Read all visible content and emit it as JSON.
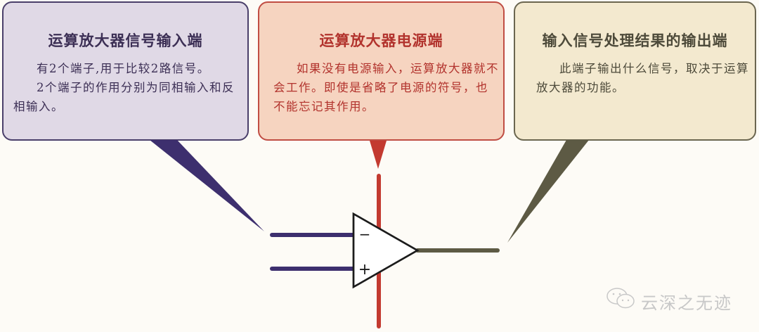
{
  "callouts": {
    "input": {
      "title": "运算放大器信号输入端",
      "paragraphs": [
        "有2个端子,用于比较2路信号。",
        "2个端子的作用分别为同相输入和反相输入。"
      ],
      "color": "#3c2f55",
      "background": "#e0d9e6"
    },
    "power": {
      "title": "运算放大器电源端",
      "paragraphs": [
        "如果没有电源输入，运算放大器就不会工作。即使是省略了电源的符号，也不能忘记其作用。"
      ],
      "color": "#b2332d",
      "background": "#f6d4c0"
    },
    "output": {
      "title": "输入信号处理结果的输出端",
      "paragraphs": [
        "此端子输出什么信号，取决于运算放大器的功能。"
      ],
      "color": "#4d4a3a",
      "background": "#f3e9cf"
    }
  },
  "symbol": {
    "inverting_label": "−",
    "noninverting_label": "+",
    "input_line_color": "#3d2f6e",
    "power_line_color": "#c33a30",
    "output_line_color": "#5d5a44"
  },
  "watermark": {
    "icon": "wechat-icon",
    "text": "云深之无迹"
  }
}
